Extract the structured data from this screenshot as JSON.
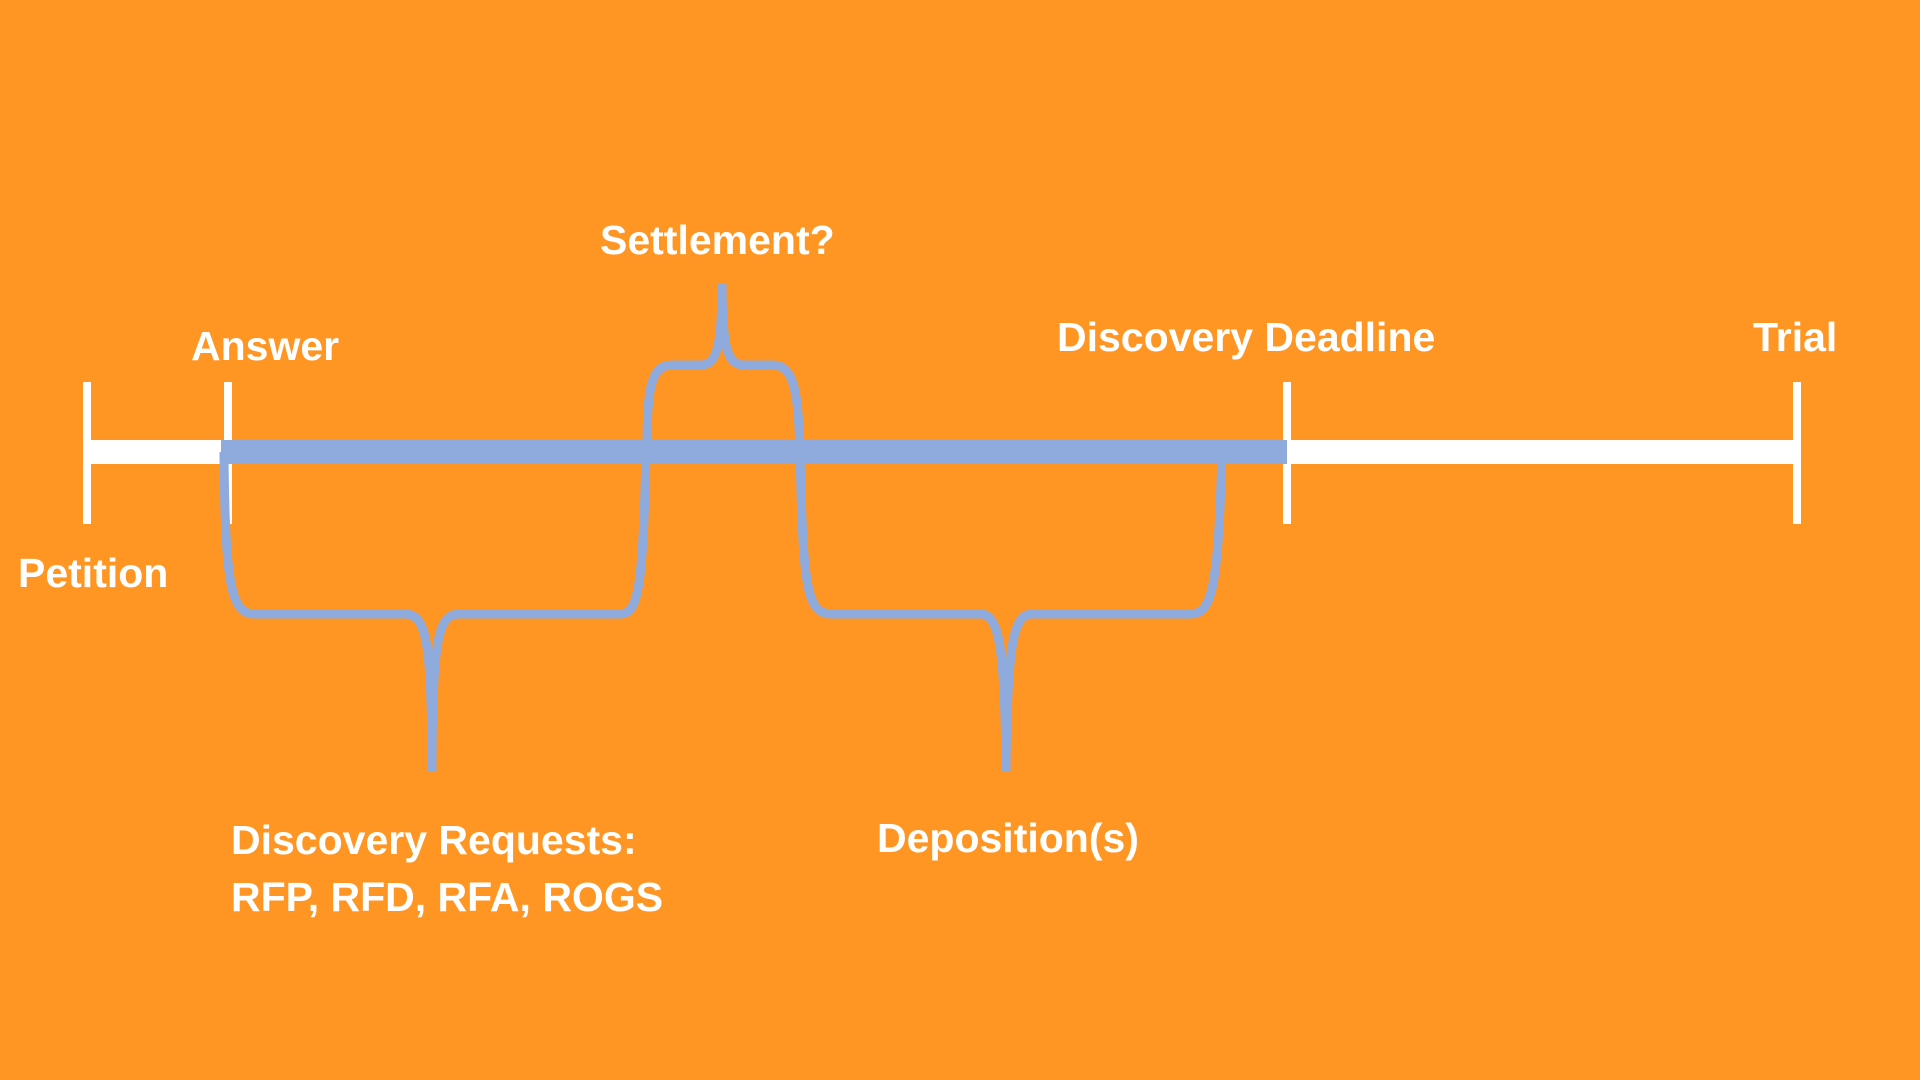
{
  "colors": {
    "background": "#FF9623",
    "timeline": "#FFFFFF",
    "discovery_period": "#8FAADC",
    "text": "#FFFFFF"
  },
  "milestones": {
    "petition": "Petition",
    "answer": "Answer",
    "discovery_deadline": "Discovery Deadline",
    "trial": "Trial"
  },
  "brackets": {
    "settlement": "Settlement?",
    "discovery_requests": {
      "line1": "Discovery Requests:",
      "line2": "RFP, RFD, RFA, ROGS"
    },
    "depositions": "Deposition(s)"
  }
}
